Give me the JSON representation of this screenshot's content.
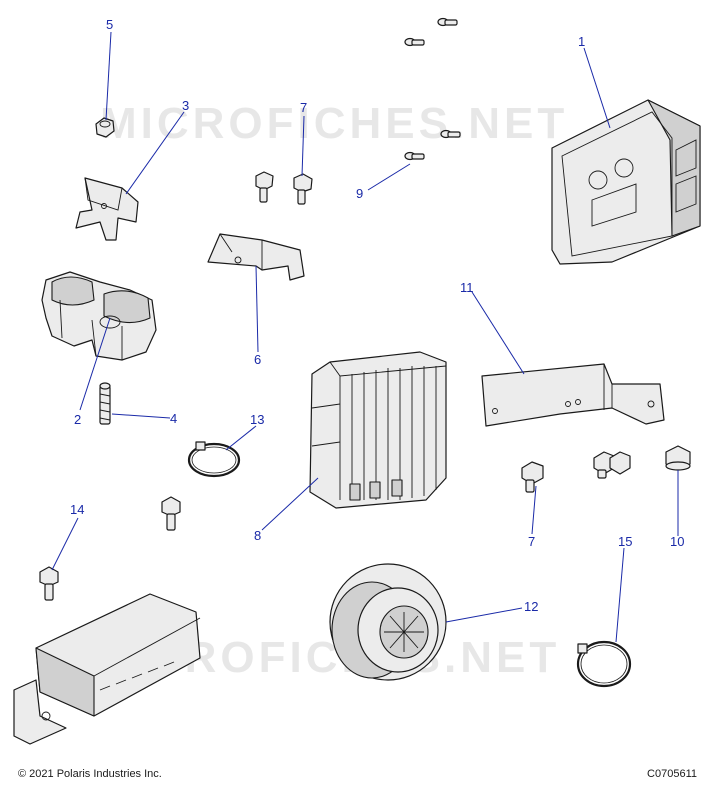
{
  "watermark_text": "MICROFICHES.NET",
  "callouts": [
    "5",
    "3",
    "7",
    "9",
    "1",
    "2",
    "6",
    "4",
    "13",
    "11",
    "8",
    "7",
    "10",
    "14",
    "15",
    "12"
  ],
  "footer": {
    "copyright": "© 2021 Polaris Industries Inc.",
    "figure_code": "C0705611"
  },
  "colors": {
    "callout": "#1a2aa8",
    "part_fill": "#ececec",
    "line": "#1a1a1a"
  }
}
